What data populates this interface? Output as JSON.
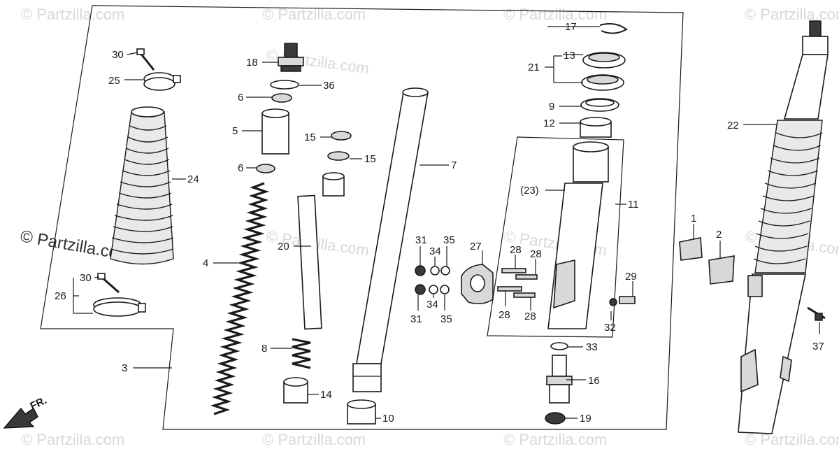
{
  "watermark": {
    "small": "© Partzilla.com",
    "side": "© Partzilla.com"
  },
  "direction_marker": "FR.",
  "callouts": {
    "c1": "1",
    "c2": "2",
    "c3": "3",
    "c4": "4",
    "c5": "5",
    "c6a": "6",
    "c6b": "6",
    "c7": "7",
    "c8": "8",
    "c9": "9",
    "c10": "10",
    "c11": "11",
    "c12": "12",
    "c13": "13",
    "c14": "14",
    "c15a": "15",
    "c15b": "15",
    "c16": "16",
    "c17": "17",
    "c18": "18",
    "c19": "19",
    "c20": "20",
    "c21": "21",
    "c22": "22",
    "c23": "(23)",
    "c24": "24",
    "c25": "25",
    "c26": "26",
    "c27": "27",
    "c28a": "28",
    "c28b": "28",
    "c28c": "28",
    "c28d": "28",
    "c29": "29",
    "c30a": "30",
    "c30b": "30",
    "c31a": "31",
    "c31b": "31",
    "c32": "32",
    "c33": "33",
    "c34a": "34",
    "c34b": "34",
    "c35a": "35",
    "c35b": "35",
    "c36": "36",
    "c37": "37"
  }
}
